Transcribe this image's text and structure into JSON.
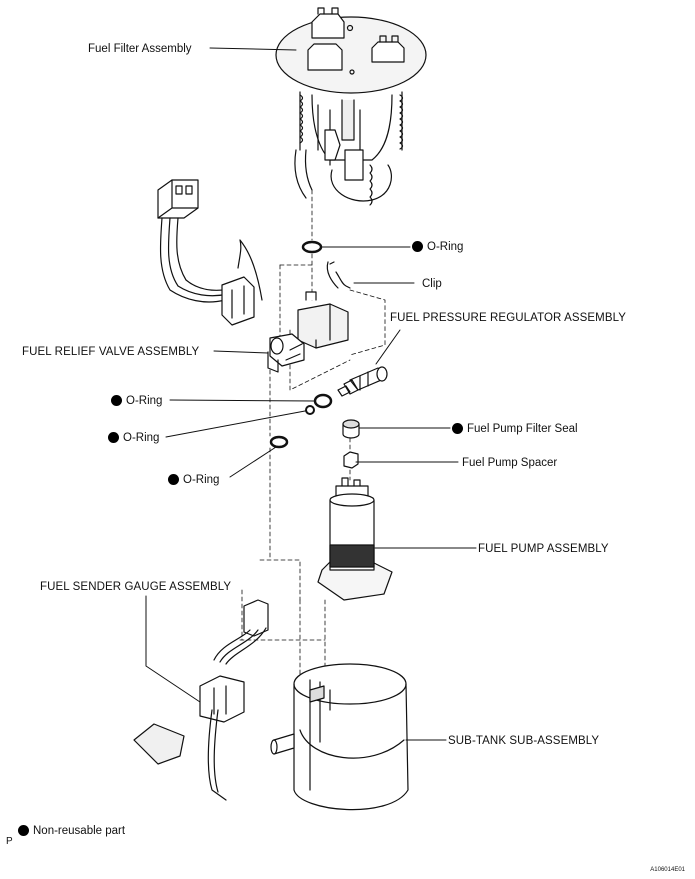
{
  "labels": {
    "fuel_filter_assembly": "Fuel Filter Assembly",
    "o_ring_top": "O-Ring",
    "clip": "Clip",
    "fuel_pressure_regulator_assembly": "FUEL PRESSURE REGULATOR ASSEMBLY",
    "fuel_relief_valve_assembly": "FUEL RELIEF VALVE ASSEMBLY",
    "o_ring_1": "O-Ring",
    "o_ring_2": "O-Ring",
    "o_ring_3": "O-Ring",
    "fuel_pump_filter_seal": "Fuel Pump Filter Seal",
    "fuel_pump_spacer": "Fuel Pump Spacer",
    "fuel_pump_assembly": "FUEL PUMP ASSEMBLY",
    "fuel_sender_gauge_assembly": "FUEL SENDER GAUGE ASSEMBLY",
    "sub_tank_sub_assembly": "SUB-TANK SUB-ASSEMBLY"
  },
  "legend": {
    "marker": "P",
    "non_reusable": "Non-reusable part"
  },
  "figure_id": "A106014E01"
}
